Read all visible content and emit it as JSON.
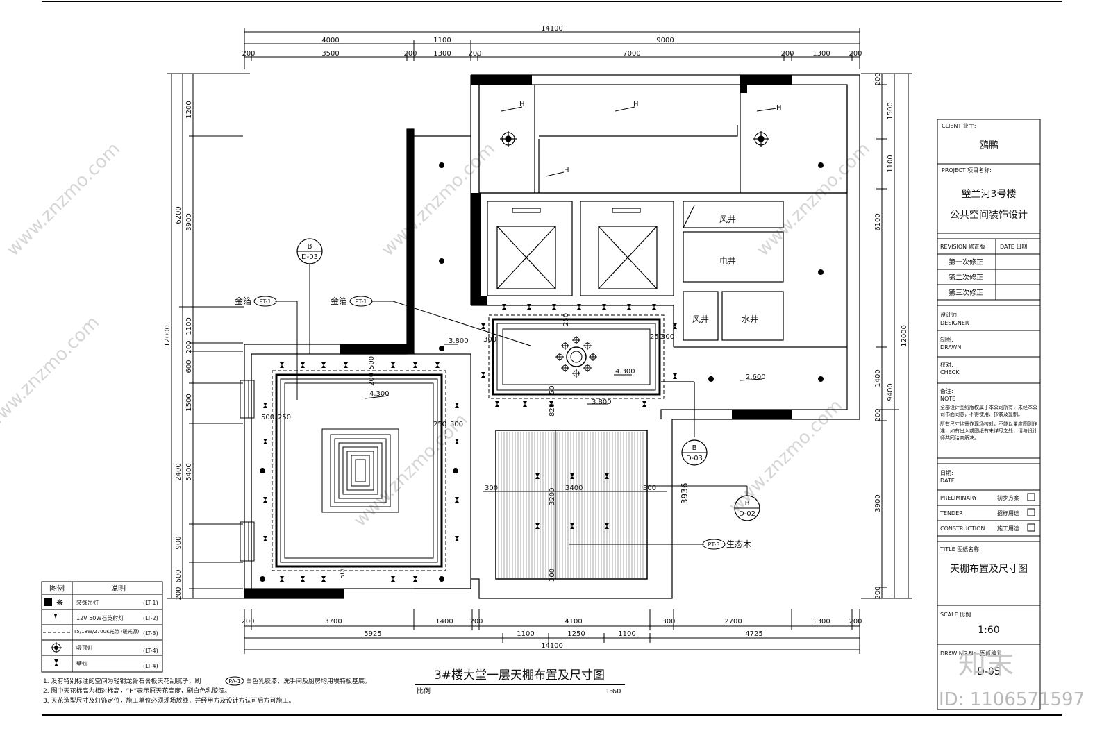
{
  "drawing": {
    "title": "3#楼大堂一层天棚布置及尺寸图",
    "scale_label": "比例",
    "scale_value": "1:60",
    "overall_width": "14100",
    "overall_height": "12000"
  },
  "dims": {
    "top_row1": [
      "4000",
      "1100",
      "9000"
    ],
    "top_row2": [
      "200",
      "3500",
      "200",
      "1300",
      "200",
      "7000",
      "200",
      "1300",
      "200"
    ],
    "bottom_row1": [
      "200",
      "3700",
      "1400",
      "200",
      "4100",
      "300",
      "2700",
      "1300",
      "200"
    ],
    "bottom_row2": [
      "5925",
      "1100",
      "1250",
      "1100",
      "4725"
    ],
    "left_outer": [
      "1200",
      "6200",
      "3900",
      "1100",
      "200",
      "600",
      "1500",
      "2400",
      "5400",
      "900",
      "600",
      "200"
    ],
    "right_outer": [
      "200",
      "1500",
      "1100",
      "6100",
      "1400",
      "9400",
      "200",
      "3900",
      "200"
    ],
    "inner": [
      "3.800",
      "4.300",
      "3.800",
      "4.300",
      "2.600",
      "500",
      "500",
      "500",
      "200",
      "500",
      "250",
      "250",
      "250",
      "300",
      "250",
      "300",
      "820",
      "300",
      "3200",
      "3400",
      "300",
      "3936",
      "300",
      "50"
    ]
  },
  "rooms": {
    "wind_well_1": "风井",
    "elec_well": "电井",
    "wind_well_2": "风井",
    "water_well": "水井"
  },
  "tags": {
    "pt1_a_label": "金箔",
    "pt1_a_code": "PT-1",
    "pt1_b_label": "金箔",
    "pt1_b_code": "PT-1",
    "pt3_code": "PT-3",
    "pt3_label": "生态木",
    "sec1_letter": "B",
    "sec1_ref": "D-03",
    "sec2_letter": "B",
    "sec2_ref": "D-03",
    "sec3_letter": "B",
    "sec3_ref": "D-02",
    "elev_mark": "H"
  },
  "legend": {
    "header_symbol": "图例",
    "header_desc": "说明",
    "rows": [
      {
        "icon": "chandelier-icon",
        "desc": "装饰吊灯",
        "code": "(LT-1)"
      },
      {
        "icon": "spotlight-icon",
        "desc": "12V 50W石英射灯",
        "code": "(LT-2)"
      },
      {
        "icon": "light-strip-icon",
        "desc": "T5/18W/2700K光带 (暖光源)",
        "code": "(LT-3)"
      },
      {
        "icon": "ceiling-lamp-icon",
        "desc": "吸顶灯",
        "code": "(LT-4)"
      },
      {
        "icon": "wall-lamp-icon",
        "desc": "壁灯",
        "code": "(LT-4)"
      }
    ]
  },
  "notes": [
    "1. 没有特别标注的空间为轻钢龙骨石膏板天花刮腻子，刷",
    "PA-1",
    "白色乳胶漆，洗手间及厨房均用埃特板基底。",
    "2. 图中天花标高为相对标高，“H”表示原天花高度，刷白色乳胶漆。",
    "3. 天花造型尺寸及灯饰定位，施工单位必须现场放线，并经甲方及设计方认可后方可施工。"
  ],
  "titleblock": {
    "client_label": "CLIENT  业主:",
    "client": "鸥鹏",
    "project_label": "PROJECT  项目名称:",
    "project_line1": "璧兰河3号楼",
    "project_line2": "公共空间装饰设计",
    "revision_label": "REVISION  修正版",
    "date_label": "DATE  日期",
    "revisions": [
      "第一次修正",
      "第二次修正",
      "第三次修正"
    ],
    "designer": "设计师:",
    "designer_en": "DESIGNER",
    "drawn": "制图:",
    "drawn_en": "DRAWN",
    "check": "校对:",
    "check_en": "CHECK",
    "note": "备注:",
    "note_en": "NOTE",
    "note_text1": "全部设计图纸版权属于本公司所有，未经本公司书面同意，不得使用、抄袭及复制。",
    "note_text2": "所有尺寸均需作现场核对，不能以量度图则作准，如有出入或图纸有未详尽之处，请与设计师共同洽商解决。",
    "date2": "日期:",
    "date2_en": "DATE",
    "stages": [
      {
        "en": "PRELIMINARY",
        "cn": "初步方案"
      },
      {
        "en": "TENDER",
        "cn": "招标用途"
      },
      {
        "en": "CONSTRUCTION",
        "cn": "施工用途"
      }
    ],
    "title_label": "TITLE  图纸名称:",
    "title": "天棚布置及尺寸图",
    "scale_label": "SCALE  比例:",
    "scale": "1:60",
    "drawing_no_label": "DRAWING No. 图纸编号:",
    "drawing_no": "D-05"
  },
  "watermark": {
    "site": "www.znzmo.com",
    "brand": "知末",
    "id": "ID: 1106571597"
  }
}
